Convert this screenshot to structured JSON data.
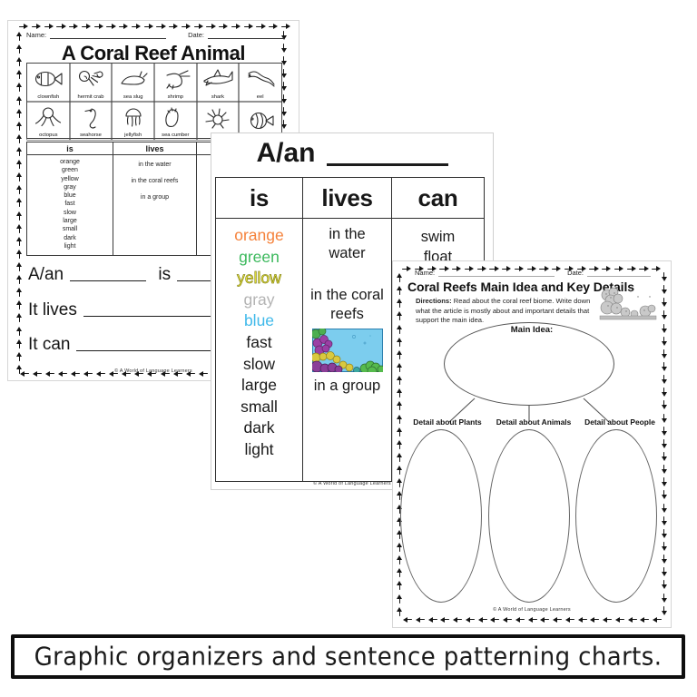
{
  "caption": {
    "text": "Graphic organizers and sentence patterning charts."
  },
  "page1": {
    "name_label": "Name:",
    "date_label": "Date:",
    "title": "A Coral Reef Animal",
    "animals": [
      "clownfish",
      "hermit crab",
      "sea slug",
      "shrimp",
      "shark",
      "eel",
      "octopus",
      "seahorse",
      "jellyfish",
      "sea cumber",
      "se",
      ""
    ],
    "table": {
      "headers": [
        "is",
        "lives",
        ""
      ],
      "is_words": [
        "orange",
        "green",
        "yellow",
        "gray",
        "blue",
        "fast",
        "slow",
        "large",
        "small",
        "dark",
        "light"
      ],
      "lives_items": [
        "in the water",
        "in the coral reefs",
        "in a group"
      ]
    },
    "sentences": {
      "s1_a": "A/an",
      "s1_b": "is",
      "s2": "It lives",
      "s3": "It can"
    },
    "footer": "© A World of Language Learners"
  },
  "page2": {
    "title": "A/an",
    "headers": [
      "is",
      "lives",
      "can"
    ],
    "is_words": [
      {
        "text": "orange",
        "color": "#F5823B"
      },
      {
        "text": "green",
        "color": "#3CB95D"
      },
      {
        "text": "yellow",
        "color": "#EFE93C"
      },
      {
        "text": "gray",
        "color": "#B3B3B3"
      },
      {
        "text": "blue",
        "color": "#3FB9EA"
      },
      {
        "text": "fast",
        "color": "#1A1A1A"
      },
      {
        "text": "slow",
        "color": "#1A1A1A"
      },
      {
        "text": "large",
        "color": "#1A1A1A"
      },
      {
        "text": "small",
        "color": "#1A1A1A"
      },
      {
        "text": "dark",
        "color": "#1A1A1A"
      },
      {
        "text": "light",
        "color": "#1A1A1A"
      }
    ],
    "lives_items": [
      "in the water",
      "in the coral reefs",
      "in a group"
    ],
    "can_items": [
      "swim",
      "float"
    ],
    "footer": "© A World of Language Learners"
  },
  "page3": {
    "name_label": "Name:",
    "date_label": "Date:",
    "title": "Coral Reefs Main Idea and Key Details",
    "directions_label": "Directions:",
    "directions_text": " Read about the coral reef biome. Write down what the article is mostly about and important details that support the main idea.",
    "main_idea_label": "Main Idea:",
    "detail_labels": [
      "Detail about Plants",
      "Detail about Animals",
      "Detail about People"
    ],
    "footer": "© A World of Language Learners"
  }
}
